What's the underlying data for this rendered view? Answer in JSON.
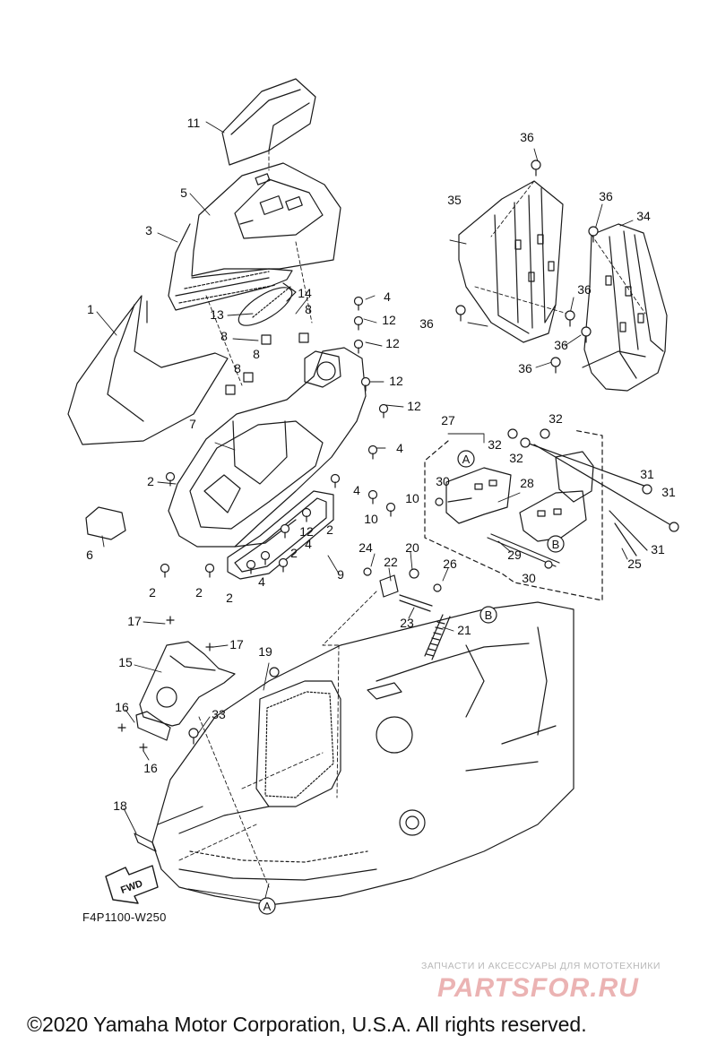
{
  "diagram": {
    "code": "F4P1100-W250",
    "copyright": "©2020 Yamaha Motor Corporation, U.S.A. All rights reserved.",
    "fwd_label": "FWD",
    "ref_markers": [
      "A",
      "B"
    ]
  },
  "watermark": {
    "tagline": "ЗАПЧАСТИ И АКСЕССУАРЫ ДЛЯ МОТОТЕХНИКИ",
    "logo": "PARTSFOR.RU",
    "color": "#e8a6a6"
  },
  "callouts": [
    {
      "id": "c11",
      "text": "11"
    },
    {
      "id": "c5",
      "text": "5"
    },
    {
      "id": "c3",
      "text": "3"
    },
    {
      "id": "c1",
      "text": "1"
    },
    {
      "id": "c14",
      "text": "14"
    },
    {
      "id": "c13",
      "text": "13"
    },
    {
      "id": "c8a",
      "text": "8"
    },
    {
      "id": "c8b",
      "text": "8"
    },
    {
      "id": "c8c",
      "text": "8"
    },
    {
      "id": "c8d",
      "text": "8"
    },
    {
      "id": "c4a",
      "text": "4"
    },
    {
      "id": "c12a",
      "text": "12"
    },
    {
      "id": "c12b",
      "text": "12"
    },
    {
      "id": "c12c",
      "text": "12"
    },
    {
      "id": "c12d",
      "text": "12"
    },
    {
      "id": "c4b",
      "text": "4"
    },
    {
      "id": "c7",
      "text": "7"
    },
    {
      "id": "c2a",
      "text": "2"
    },
    {
      "id": "c6",
      "text": "6"
    },
    {
      "id": "c4c",
      "text": "4"
    },
    {
      "id": "c10a",
      "text": "10"
    },
    {
      "id": "c10b",
      "text": "10"
    },
    {
      "id": "c12e",
      "text": "12"
    },
    {
      "id": "c2b",
      "text": "2"
    },
    {
      "id": "c4d",
      "text": "4"
    },
    {
      "id": "c2c",
      "text": "2"
    },
    {
      "id": "c9",
      "text": "9"
    },
    {
      "id": "c2d",
      "text": "2"
    },
    {
      "id": "c2e",
      "text": "2"
    },
    {
      "id": "c4e",
      "text": "4"
    },
    {
      "id": "c2f",
      "text": "2"
    },
    {
      "id": "c36a",
      "text": "36"
    },
    {
      "id": "c35",
      "text": "35"
    },
    {
      "id": "c36b",
      "text": "36"
    },
    {
      "id": "c34",
      "text": "34"
    },
    {
      "id": "c36c",
      "text": "36"
    },
    {
      "id": "c36d",
      "text": "36"
    },
    {
      "id": "c36e",
      "text": "36"
    },
    {
      "id": "c36f",
      "text": "36"
    },
    {
      "id": "c27",
      "text": "27"
    },
    {
      "id": "c32a",
      "text": "32"
    },
    {
      "id": "c32b",
      "text": "32"
    },
    {
      "id": "c32c",
      "text": "32"
    },
    {
      "id": "c30a",
      "text": "30"
    },
    {
      "id": "c28",
      "text": "28"
    },
    {
      "id": "c31a",
      "text": "31"
    },
    {
      "id": "c31b",
      "text": "31"
    },
    {
      "id": "c31c",
      "text": "31"
    },
    {
      "id": "c29",
      "text": "29"
    },
    {
      "id": "c25",
      "text": "25"
    },
    {
      "id": "c30b",
      "text": "30"
    },
    {
      "id": "c24",
      "text": "24"
    },
    {
      "id": "c20",
      "text": "20"
    },
    {
      "id": "c22",
      "text": "22"
    },
    {
      "id": "c26",
      "text": "26"
    },
    {
      "id": "c23",
      "text": "23"
    },
    {
      "id": "c21",
      "text": "21"
    },
    {
      "id": "c17a",
      "text": "17"
    },
    {
      "id": "c17b",
      "text": "17"
    },
    {
      "id": "c15",
      "text": "15"
    },
    {
      "id": "c19",
      "text": "19"
    },
    {
      "id": "c16a",
      "text": "16"
    },
    {
      "id": "c33",
      "text": "33"
    },
    {
      "id": "c16b",
      "text": "16"
    },
    {
      "id": "c18",
      "text": "18"
    }
  ]
}
